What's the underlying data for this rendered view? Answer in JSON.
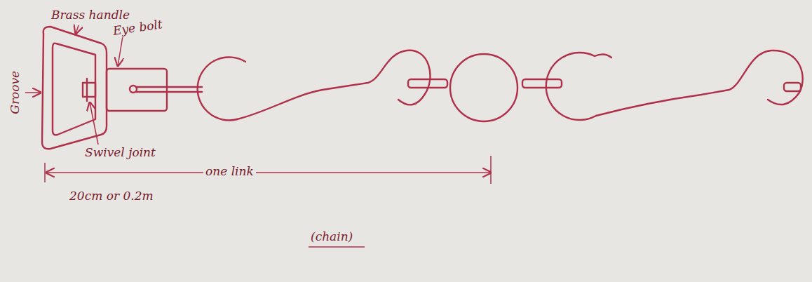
{
  "diagram": {
    "labels": [
      "Brass handle",
      "Eye bolt",
      "Groove",
      "Swivel joint",
      "one link",
      "20cm or 0.2m",
      "(chain)"
    ]
  }
}
